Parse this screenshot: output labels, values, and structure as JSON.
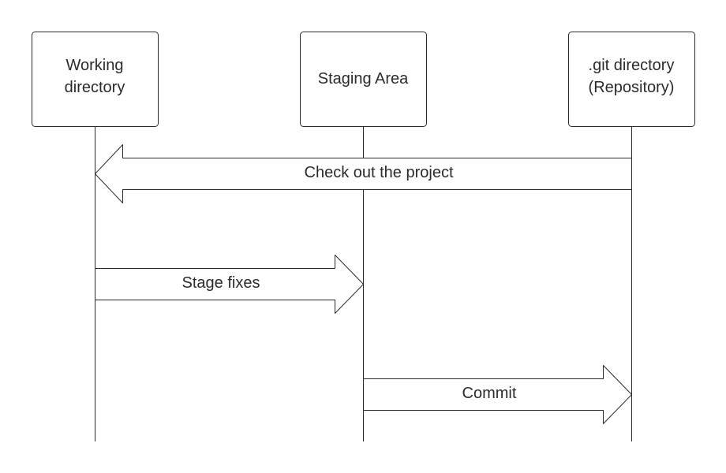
{
  "diagram": {
    "participants": [
      {
        "id": "working",
        "label_lines": [
          "Working",
          "directory"
        ]
      },
      {
        "id": "staging",
        "label_lines": [
          "Staging Area"
        ]
      },
      {
        "id": "git",
        "label_lines": [
          ".git directory",
          "(Repository)"
        ]
      }
    ],
    "messages": [
      {
        "id": "checkout",
        "label": "Check out the project",
        "from": "git",
        "to": "working"
      },
      {
        "id": "stage",
        "label": "Stage fixes",
        "from": "working",
        "to": "staging"
      },
      {
        "id": "commit",
        "label": "Commit",
        "from": "staging",
        "to": "git"
      }
    ],
    "colors": {
      "stroke": "#2b2b2b",
      "fill": "#ffffff",
      "background": "#ffffff"
    }
  }
}
